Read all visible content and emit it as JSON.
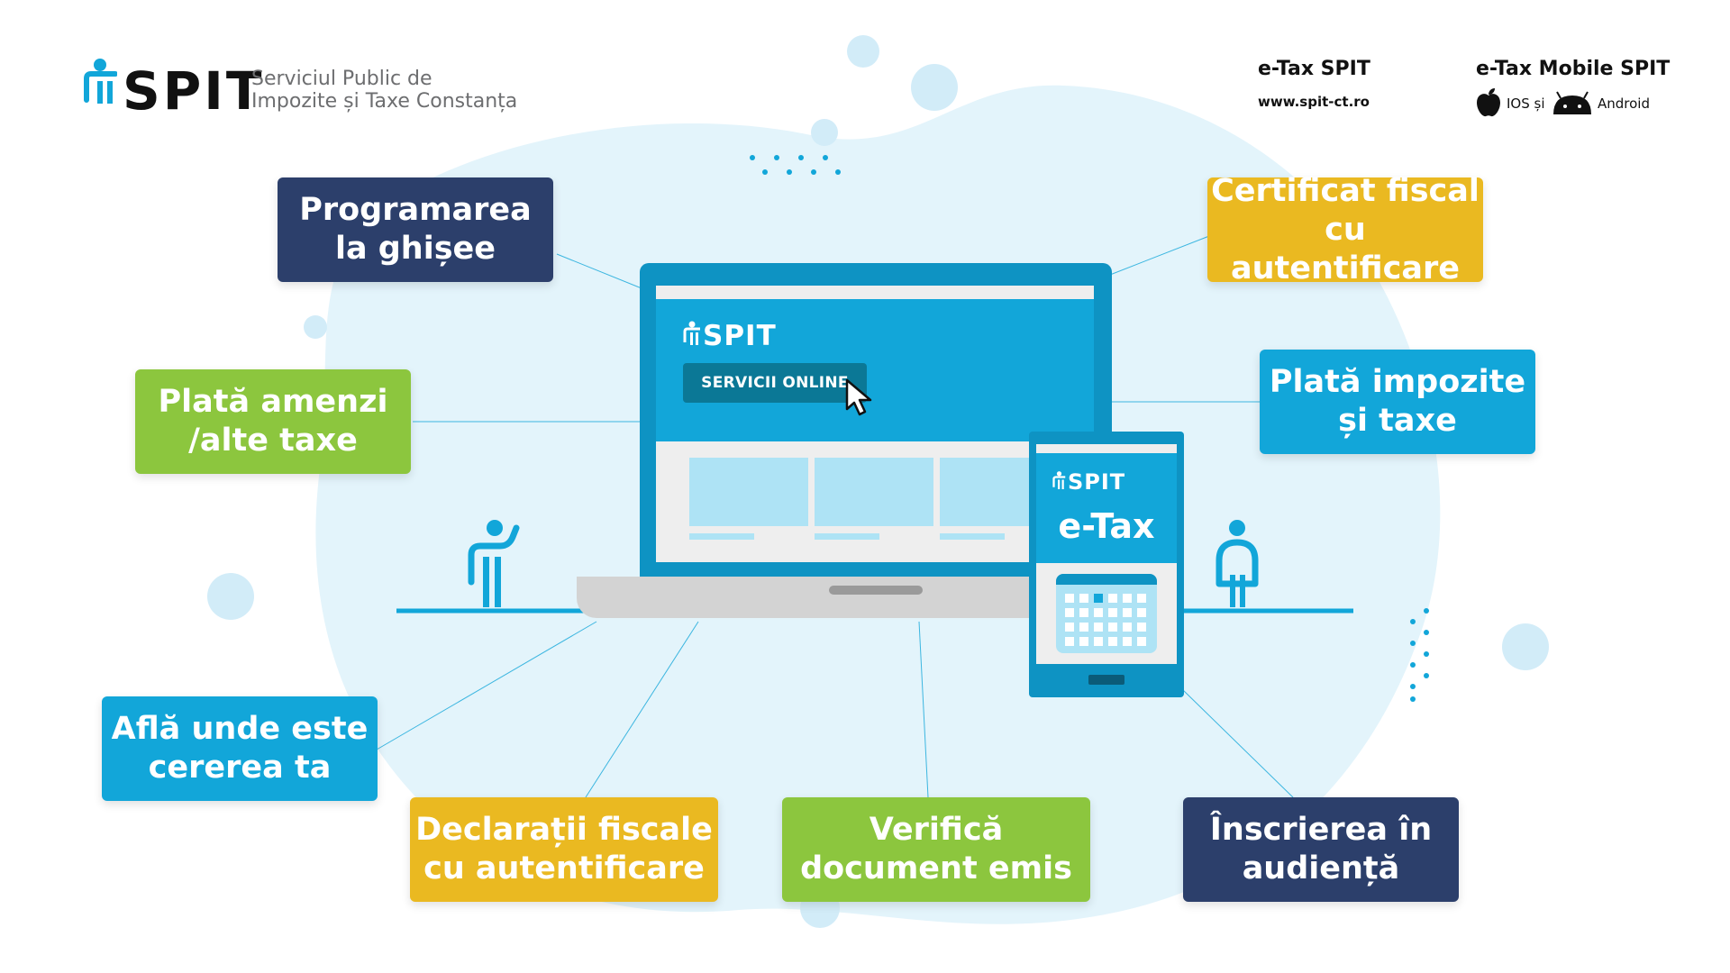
{
  "header": {
    "logo_text": "SPIT",
    "logo_subtitle_line1": "Serviciul Public de",
    "logo_subtitle_line2": "Impozite și Taxe Constanța",
    "etax_title": "e-Tax SPIT",
    "etax_url": "www.spit-ct.ro",
    "mobile_title": "e-Tax Mobile SPIT",
    "mobile_ios": "IOS și",
    "mobile_android": "Android"
  },
  "laptop": {
    "screen_logo": "SPIT",
    "button_label": "SERVICII ONLINE"
  },
  "phone": {
    "screen_logo": "SPIT",
    "app_name": "e-Tax"
  },
  "services": [
    {
      "label": "Programarea\nla ghișee",
      "color": "#2c3f6b"
    },
    {
      "label": "Certificat fiscal\ncu autentificare",
      "color": "#eab921"
    },
    {
      "label": "Plată amenzi\n/alte taxe",
      "color": "#8cc63e"
    },
    {
      "label": "Plată impozite\nși taxe",
      "color": "#12a6d9"
    },
    {
      "label": "Află unde este\ncererea ta",
      "color": "#12a6d9"
    },
    {
      "label": "Declarații fiscale\ncu autentificare",
      "color": "#eab921"
    },
    {
      "label": "Verifică\ndocument emis",
      "color": "#8cc63e"
    },
    {
      "label": "Înscrierea în\naudiență",
      "color": "#2c3f6b"
    }
  ],
  "colors": {
    "brand_blue": "#12a6d9",
    "navy": "#2c3f6b",
    "yellow": "#eab921",
    "green": "#8cc63e",
    "blob": "#e3f4fb"
  },
  "icons": {
    "logo": "spit-person-logo-icon",
    "cursor": "mouse-cursor-icon",
    "apple": "apple-icon",
    "android": "android-icon",
    "calendar": "calendar-icon",
    "person_waving": "person-waving-icon",
    "person_standing": "person-standing-icon"
  }
}
